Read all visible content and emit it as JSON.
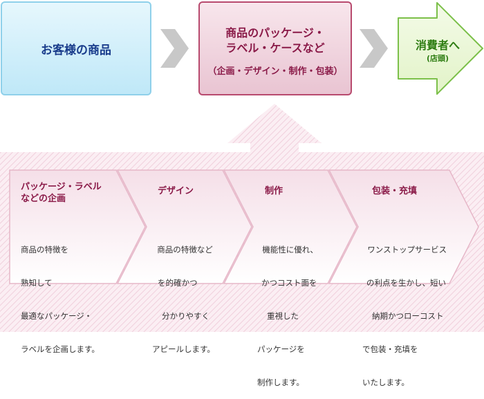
{
  "top_flow": {
    "customer_product": "お客様の商品",
    "package": {
      "line1": "商品のパッケージ・",
      "line2": "ラベル・ケースなど",
      "line3": "（企画・デザイン・制作・包装）"
    },
    "consumer": {
      "label": "消費者へ",
      "sub": "(店頭)"
    }
  },
  "stages": [
    {
      "title_lines": [
        "パッケージ・ラベル",
        "などの企画"
      ],
      "desc_lines": [
        "商品の特徴を",
        "熟知して",
        "最適なパッケージ・",
        "ラベルを企画します。"
      ]
    },
    {
      "title_lines": [
        "デザイン"
      ],
      "desc_lines": [
        "  商品の特徴など",
        "を的確かつ",
        "分かりやすく",
        "アピールします。"
      ]
    },
    {
      "title_lines": [
        "制作"
      ],
      "desc_lines": [
        "  機能性に優れ、",
        "かつコスト面を",
        "重視した",
        "パッケージを",
        "制作します。"
      ]
    },
    {
      "title_lines": [
        "包装・充填"
      ],
      "desc_lines": [
        "  ワンストップサービス",
        "の利点を生かし、短い",
        "納期かつローコスト",
        "で包装・充填を",
        "いたします。"
      ]
    }
  ],
  "colors": {
    "customer_border": "#8fd0ea",
    "package_border": "#b84a6e",
    "consumer_green": "#7cc04a",
    "gray_chevron": "#c8c8c8",
    "stage_border": "#e6b7c8"
  }
}
